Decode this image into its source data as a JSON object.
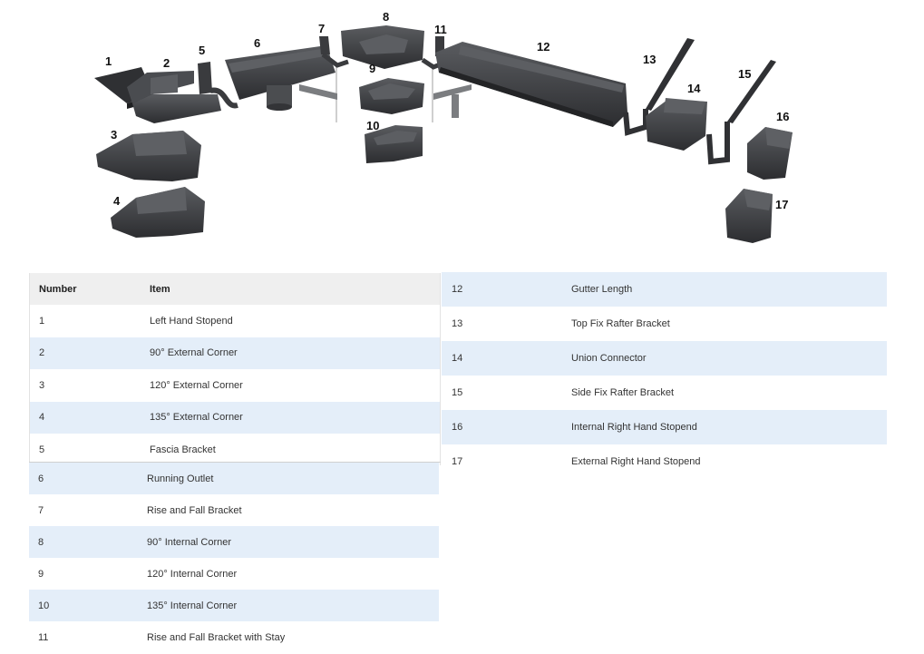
{
  "diagram": {
    "callouts": [
      "1",
      "2",
      "3",
      "4",
      "5",
      "6",
      "7",
      "8",
      "9",
      "10",
      "11",
      "12",
      "13",
      "14",
      "15",
      "16",
      "17"
    ],
    "part_color": "#3a3b3d",
    "part_shade": "#2a2a2c",
    "part_light": "#55575a"
  },
  "table": {
    "headers": {
      "number": "Number",
      "item": "Item"
    },
    "left_a": [
      {
        "number": "1",
        "item": "Left Hand Stopend"
      },
      {
        "number": "2",
        "item": "90° External Corner"
      },
      {
        "number": "3",
        "item": "120° External Corner"
      },
      {
        "number": "4",
        "item": "135° External Corner"
      },
      {
        "number": "5",
        "item": "Fascia Bracket"
      }
    ],
    "left_b": [
      {
        "number": "6",
        "item": "Running Outlet"
      },
      {
        "number": "7",
        "item": "Rise and Fall Bracket"
      },
      {
        "number": "8",
        "item": "90° Internal Corner"
      },
      {
        "number": "9",
        "item": "120° Internal Corner"
      },
      {
        "number": "10",
        "item": "135° Internal Corner"
      },
      {
        "number": "11",
        "item": "Rise and Fall Bracket with Stay"
      }
    ],
    "right": [
      {
        "number": "12",
        "item": "Gutter Length"
      },
      {
        "number": "13",
        "item": "Top Fix Rafter Bracket"
      },
      {
        "number": "14",
        "item": "Union Connector"
      },
      {
        "number": "15",
        "item": "Side Fix Rafter Bracket"
      },
      {
        "number": "16",
        "item": "Internal Right Hand Stopend"
      },
      {
        "number": "17",
        "item": "External Right Hand Stopend"
      }
    ],
    "row_blue": "#e4eef9",
    "header_bg": "#efefef"
  }
}
